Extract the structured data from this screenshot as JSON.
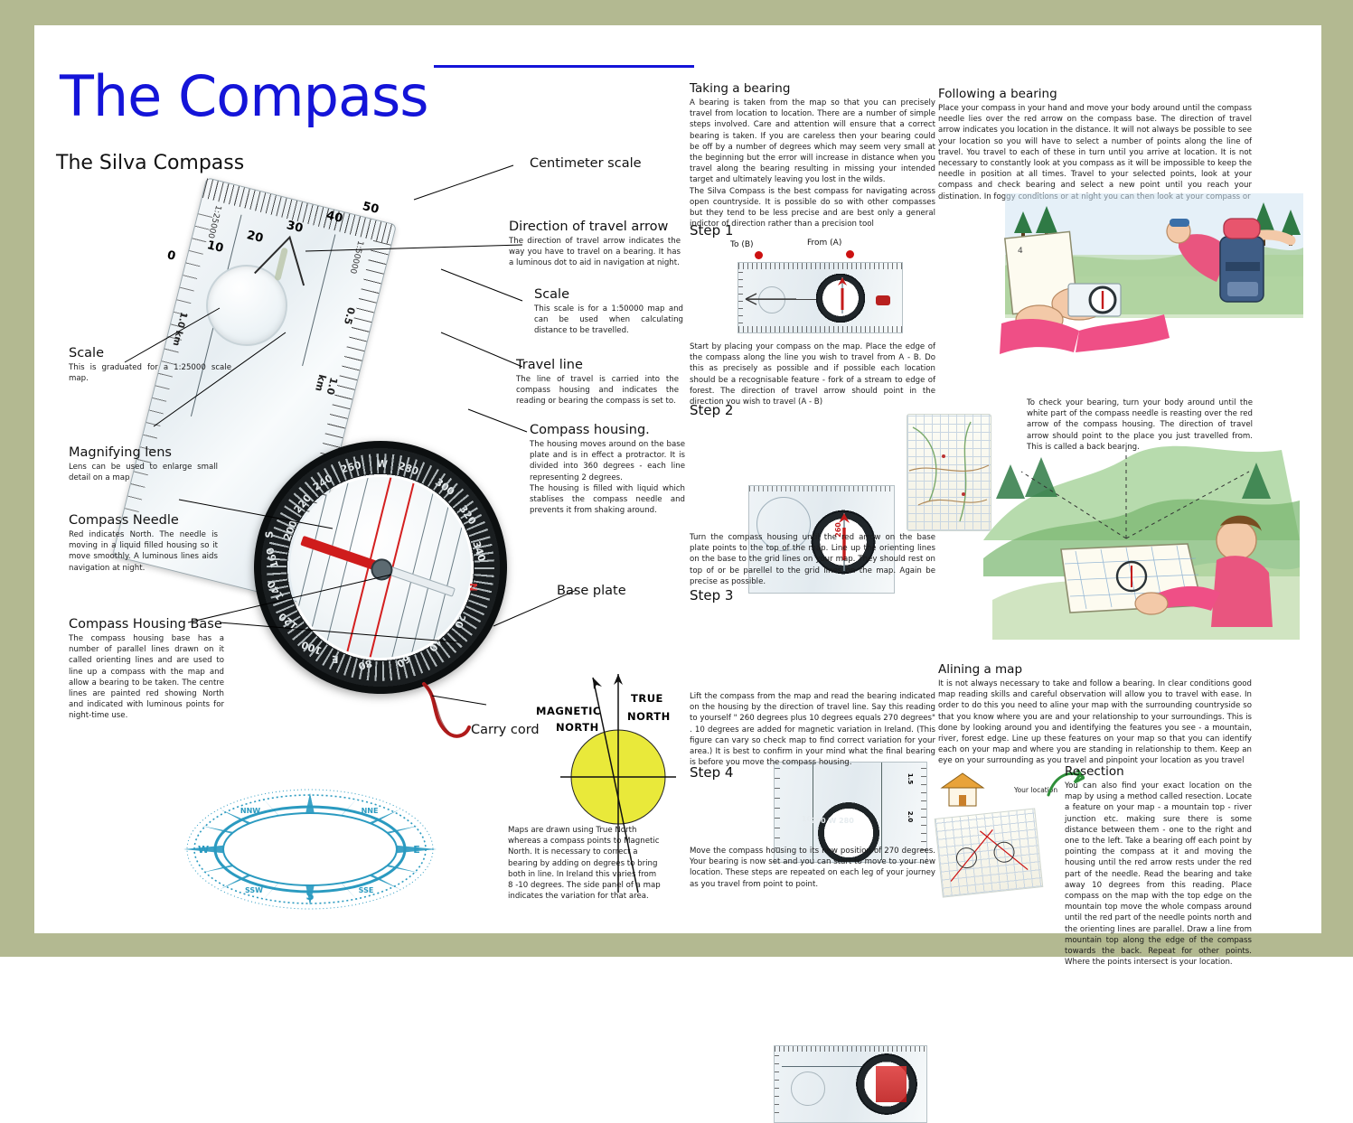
{
  "colors": {
    "border": "#b3b991",
    "title_blue": "#1414d8",
    "rose_teal": "#1f95bd",
    "needle_red": "#cf1c1c",
    "magnetic_yellow": "#e9e93a"
  },
  "title": "The Compass",
  "subtitle": "The Silva Compass",
  "diagram_labels": [
    {
      "id": "centimeter-scale",
      "heading": "Centimeter scale",
      "body": ""
    },
    {
      "id": "direction-of-travel-arrow",
      "heading": "Direction of travel arrow",
      "body": "The direction of travel arrow indicates the way you have to travel on a bearing. It has a luminous dot to aid in navigation at night."
    },
    {
      "id": "scale-50000",
      "heading": "Scale",
      "body": "This scale is for a 1:50000 map and can be used when calculating distance to be travelled."
    },
    {
      "id": "travel-line",
      "heading": "Travel line",
      "body": "The line of travel is carried into the compass housing and indicates the reading or bearing the compass is set to."
    },
    {
      "id": "compass-housing",
      "heading": "Compass housing.",
      "body": "The housing moves around on the base plate and is in effect a protractor. It is divided into 360 degrees - each line representing 2 degrees.\nThe housing is filled with liquid which stablises the compass needle and prevents it from shaking around."
    },
    {
      "id": "base-plate",
      "heading": "Base plate",
      "body": ""
    },
    {
      "id": "carry-cord",
      "heading": "Carry cord",
      "body": ""
    },
    {
      "id": "scale-25000",
      "heading": "Scale",
      "body": "This is graduated for a 1:25000 scale map."
    },
    {
      "id": "magnifying-lens",
      "heading": "Magnifying lens",
      "body": "Lens can be used to enlarge small detail on a map"
    },
    {
      "id": "compass-needle",
      "heading": "Compass Needle",
      "body": "Red indicates North. The needle is moving in a liquid filled housing so it move smoothly. A luminous lines aids navigation at night."
    },
    {
      "id": "compass-housing-base",
      "heading": "Compass Housing Base",
      "body": "The compass housing base has a number of parallel lines drawn on it called orienting lines and are used to line up a compass with the map and allow a bearing to be taken. The centre lines are painted red showing North and indicated with luminous points for night-time use."
    }
  ],
  "magnetic_diagram": {
    "magnetic_label_line1": "MAGNETIC",
    "magnetic_label_line2": "NORTH",
    "true_label_line1": "TRUE",
    "true_label_line2": "NORTH",
    "caption": "Maps are drawn using True North whereas a compass points to Magnetic North. It is necessary to correct a bearing by adding on degrees to bring both in line. In Ireland this varies from 8 -10 degrees. The side panel of a map indicates the variation for that area."
  },
  "taking_a_bearing": {
    "heading": "Taking a bearing",
    "paragraph1": "A bearing is taken from the map so that you can precisely travel from location to location. There are a number of simple steps involved. Care and attention will ensure that a correct bearing is taken. If you are careless then your bearing could be off by a number of degrees which may seem very small at the beginning but the error will increase in distance when you travel along the bearing resulting in missing  your intended target and ultimately leaving you lost in the wilds.",
    "paragraph2": "The Silva Compass is the best compass for navigating across open countryside. It is possible do so with other compasses but they tend to be less precise and are best only a general indictor of direction rather than a precision tool",
    "steps": [
      {
        "label": "Step 1",
        "photo_caption_to": "To  (B)",
        "photo_caption_from": "From (A)",
        "text": "Start by placing your compass on the map. Place the edge of the compass along the line you wish to travel from A - B. Do this as precisely as possible and if possible each location should be a recognisable feature - fork of a stream to edge of forest. The direction of travel arrow should point in the direction you wish to travel (A - B)"
      },
      {
        "label": "Step 2",
        "text": "Turn the compass housing until the red arrow on the base plate points to the top of the map. Line up the orienting lines on the base to the grid lines on your map. They should rest on top of or be parellel to the grid lines on the map. Again be precise as possible."
      },
      {
        "label": "Step 3",
        "text": "Lift the compass from the map and read the bearing indicated on the housing by the direction of travel line. Say this reading to yourself \" 260 degrees plus 10 degrees equals 270 degrees\" . 10 degrees are added for magnetic variation in Ireland. (This figure can vary so check map to find correct variation for your area.) It is best to confirm in your mind what the final bearing is before you move the compass housing."
      },
      {
        "label": "Step 4",
        "text": "Move the compass housing to its new position of 270 degrees. Your bearing is now set and you can start to move to your new location. These steps are repeated on each leg of your journey as you travel from point to point."
      }
    ]
  },
  "following_a_bearing": {
    "heading": "Following a bearing",
    "paragraph": "Place your compass in your hand and move your body around until the compass needle lies over the red arrow on the compass base. The direction of travel arrow indicates you location in the distance. It will not always be possible to see your location so you will have to select a number of points along the line of travel. You travel to each of these in turn until you arrive at location. It is not necessary to constantly look at you compass as it will be impossible to keep the needle in position at all times. Travel to your selected points, look at your compass and check bearing and select a new point until you reach your distination. In foggy conditions or at night you can then look at your compass or",
    "back_bearing_caption": "To check your bearing, turn your body around until the white part of the compass needle is reasting over the red arrow of the compass housing. The direction of travel arrow should point to the place you just travelled from. This is called a back bearing."
  },
  "alining_a_map": {
    "heading": "Alining a map",
    "paragraph": "It is not always necessary to take and follow a bearing. In clear conditions good map reading skills and careful observation will allow you to travel with ease. In order to do this you need to aline your map with the surrounding countryside so that you know where you are and your relationship to your surroundings. This is done by looking around you and identifying the features you see - a mountain, river, forest edge. Line up these features on your map so that you can identify each on your map and where you are standing in relationship to them. Keep an eye on your surrounding as you travel and pinpoint your location as you travel"
  },
  "resection": {
    "heading": "Resection",
    "paragraph": "You can also find your exact location on the map by using a method called resection. Locate a feature on your map - a mountain top - river junction etc. making sure there is some distance between them - one to the right and one to the left. Take a bearing off each point by pointing the compass at it and moving the housing until the red arrow rests under the red part of the needle. Read the bearing and take away 10 degrees from this reading. Place compass on the map with the top edge on the mountain top move the whole compass around until the red part of the needle points north and the orienting lines are parallel. Draw a line from mountain top along the edge of the compass towards the back. Repeat for other points. Where the points intersect is your location.",
    "your_location_label": "Your location"
  },
  "compass_ruler_marks": {
    "top_scale": [
      "0",
      "10",
      "20",
      "30",
      "40",
      "50"
    ],
    "side_scale_ratio": "1:50000",
    "side_scale_ratio_left": "1:25000",
    "side_values": [
      "0",
      "0.5",
      "1.0 km",
      "1.5",
      "2.0"
    ],
    "dial_numbers": [
      "200",
      "220",
      "240",
      "260",
      "W",
      "280",
      "300",
      "320",
      "340",
      "N",
      "20",
      "40",
      "60",
      "80",
      "E",
      "100",
      "120",
      "140",
      "160",
      "S"
    ]
  }
}
